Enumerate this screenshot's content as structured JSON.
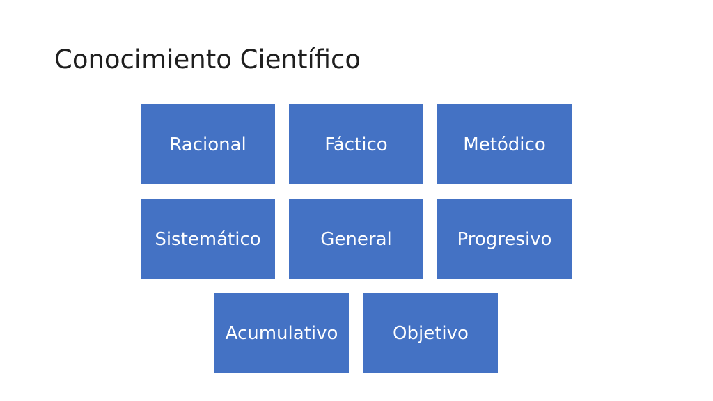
{
  "slide": {
    "title": "Conocimiento Científico"
  },
  "colors": {
    "box_fill": "#4472c4",
    "box_text": "#ffffff",
    "title_text": "#1f1f1f",
    "background": "#ffffff"
  },
  "boxes": [
    {
      "label": "Racional"
    },
    {
      "label": "Fáctico"
    },
    {
      "label": "Metódico"
    },
    {
      "label": "Sistemático"
    },
    {
      "label": "General"
    },
    {
      "label": "Progresivo"
    },
    {
      "label": "Acumulativo"
    },
    {
      "label": "Objetivo"
    }
  ]
}
